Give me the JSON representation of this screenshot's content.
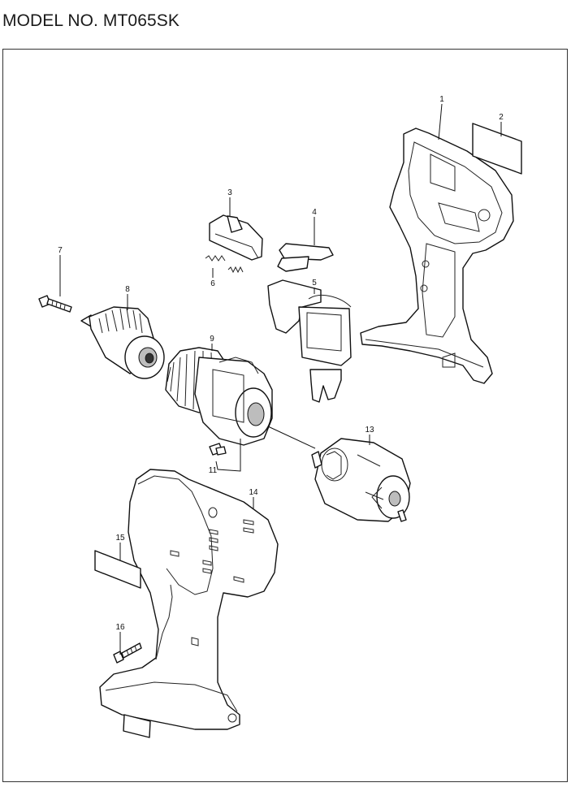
{
  "header": {
    "model_title": "MODEL NO. MT065SK"
  },
  "parts": [
    {
      "no": "1"
    },
    {
      "no": "2"
    },
    {
      "no": "3"
    },
    {
      "no": "4"
    },
    {
      "no": "5"
    },
    {
      "no": "6"
    },
    {
      "no": "7"
    },
    {
      "no": "8"
    },
    {
      "no": "9"
    },
    {
      "no": "11"
    },
    {
      "no": "13"
    },
    {
      "no": "14"
    },
    {
      "no": "15"
    },
    {
      "no": "16"
    }
  ]
}
